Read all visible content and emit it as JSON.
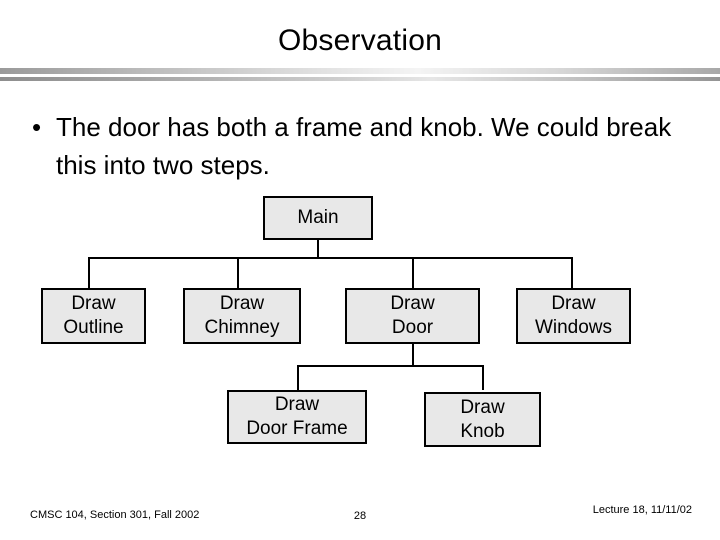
{
  "slide": {
    "title": "Observation",
    "bullets": [
      {
        "marker": "•",
        "text": "The door has both a frame and knob.  We could break this into two steps."
      }
    ]
  },
  "diagram": {
    "type": "tree",
    "fill_color": "#e8e8e8",
    "border_color": "#000000",
    "nodes": [
      {
        "id": "main",
        "label": "Main",
        "level": 0
      },
      {
        "id": "outline",
        "label": "Draw\nOutline",
        "level": 1
      },
      {
        "id": "chimney",
        "label": "Draw\nChimney",
        "level": 1
      },
      {
        "id": "door",
        "label": "Draw\nDoor",
        "level": 1
      },
      {
        "id": "windows",
        "label": "Draw\nWindows",
        "level": 1
      },
      {
        "id": "door_frame",
        "label": "Draw\nDoor Frame",
        "level": 2
      },
      {
        "id": "knob",
        "label": "Draw\nKnob",
        "level": 2
      }
    ],
    "node_labels": {
      "main": "Main",
      "outline_line1": "Draw",
      "outline_line2": "Outline",
      "chimney_line1": "Draw",
      "chimney_line2": "Chimney",
      "door_line1": "Draw",
      "door_line2": "Door",
      "windows_line1": "Draw",
      "windows_line2": "Windows",
      "door_frame_line1": "Draw",
      "door_frame_line2": "Door Frame",
      "knob_line1": "Draw",
      "knob_line2": "Knob"
    },
    "edges": [
      {
        "from": "main",
        "to": "outline"
      },
      {
        "from": "main",
        "to": "chimney"
      },
      {
        "from": "main",
        "to": "door"
      },
      {
        "from": "main",
        "to": "windows"
      },
      {
        "from": "door",
        "to": "door_frame"
      },
      {
        "from": "door",
        "to": "knob"
      }
    ]
  },
  "footer": {
    "course": "CMSC 104, Section 301, Fall 2002",
    "page_number": "28",
    "lecture": "Lecture 18, 11/11/02"
  }
}
